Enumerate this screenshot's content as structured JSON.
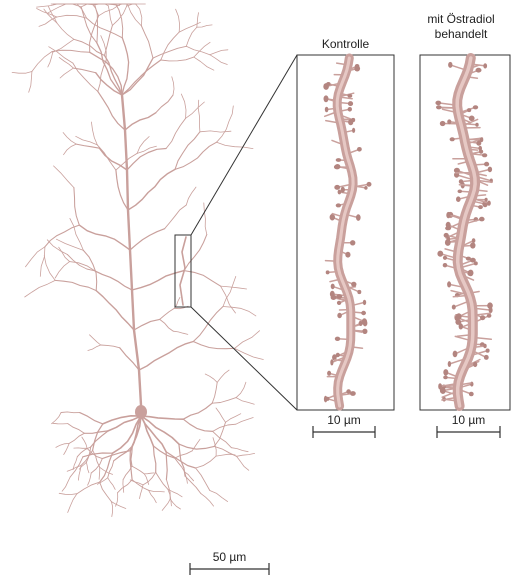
{
  "panels": {
    "control": {
      "title": "Kontrolle",
      "scale_label": "10 µm"
    },
    "treated": {
      "title_line1": "mit Östradiol",
      "title_line2": "behandelt",
      "scale_label": "10 µm"
    }
  },
  "neuron": {
    "scale_label": "50 µm"
  },
  "colors": {
    "dendrite": "#c9a09c",
    "dendrite_dark": "#b38580",
    "dendrite_light": "#e6c8c4",
    "frame": "#333333"
  }
}
